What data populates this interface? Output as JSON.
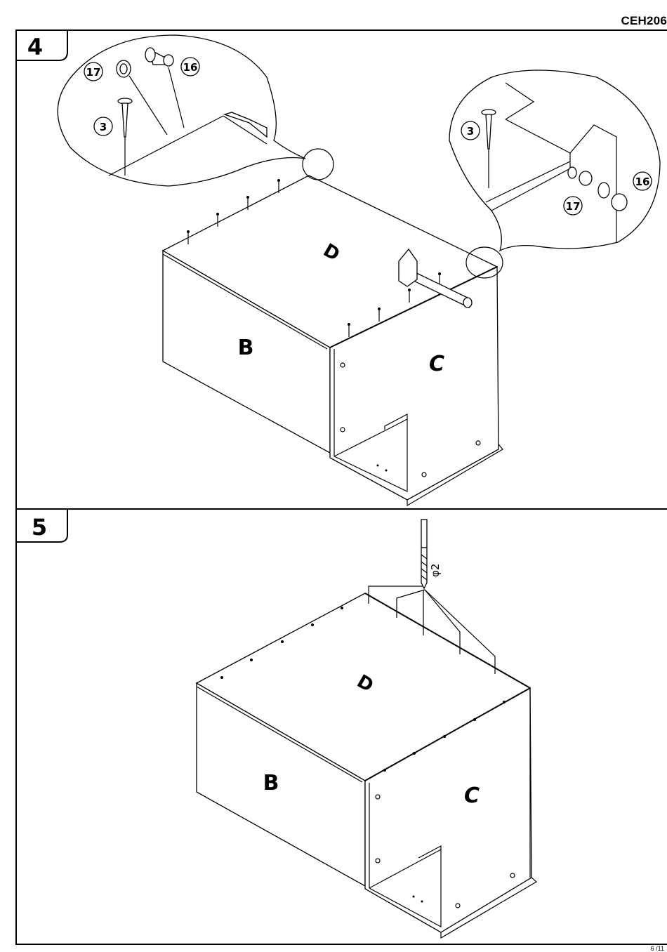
{
  "header": {
    "doc_code": "CEH206"
  },
  "footer": {
    "page": "6 /11"
  },
  "steps": [
    {
      "number": "4",
      "panel_labels": {
        "top": "D",
        "side_left": "B",
        "side_right": "C"
      },
      "callouts_left": [
        {
          "id": "17"
        },
        {
          "id": "16"
        },
        {
          "id": "3"
        }
      ],
      "callouts_right": [
        {
          "id": "3"
        },
        {
          "id": "16"
        },
        {
          "id": "17"
        }
      ]
    },
    {
      "number": "5",
      "panel_labels": {
        "top": "D",
        "side_left": "B",
        "side_right": "C"
      },
      "drill_size": "φ2"
    }
  ]
}
